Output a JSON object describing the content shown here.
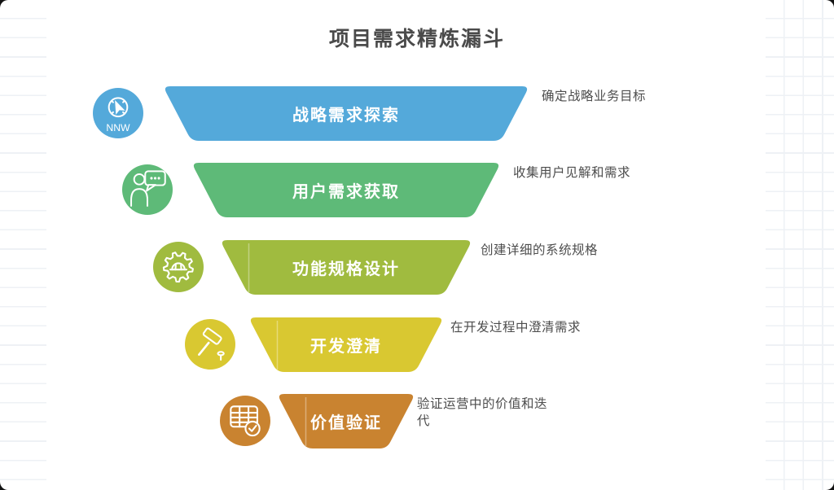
{
  "page": {
    "title": "项目需求精炼漏斗"
  },
  "funnel": {
    "stages": [
      {
        "label": "战略需求探索",
        "description": "确定战略业务目标",
        "color": "#54a9da",
        "icon": "compass-icon",
        "icon_text": "NNW"
      },
      {
        "label": "用户需求获取",
        "description": "收集用户见解和需求",
        "color": "#5eba78",
        "icon": "user-chat-icon"
      },
      {
        "label": "功能规格设计",
        "description": "创建详细的系统规格",
        "color": "#a0bb3f",
        "icon": "gear-hat-icon"
      },
      {
        "label": "开发澄清",
        "description": "在开发过程中澄清需求",
        "color": "#d9c831",
        "icon": "hammer-icon"
      },
      {
        "label": "价值验证",
        "description": "验证运营中的价值和迭代",
        "color": "#c98330",
        "icon": "table-check-icon"
      }
    ]
  }
}
